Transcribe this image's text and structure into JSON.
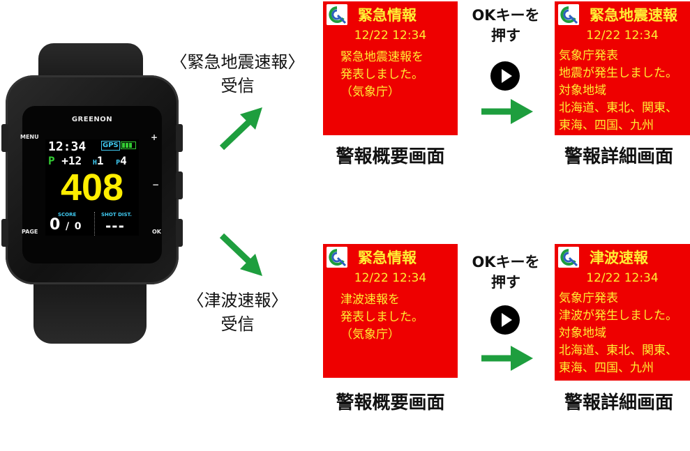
{
  "watch": {
    "brand": "GREENON",
    "buttons": {
      "menu": "MENU",
      "plus": "+",
      "minus": "−",
      "page": "PAGE",
      "ok": "OK"
    },
    "screen": {
      "time": "12:34",
      "gps": "GPS",
      "flag": "P",
      "hole_delta": "+12",
      "hole_label": "H",
      "hole": "1",
      "par_label": "P",
      "par": "4",
      "distance": "408",
      "score_label": "SCORE",
      "shot_label": "SHOT DIST.",
      "score": "0",
      "score_sep": "/",
      "score2": "0",
      "shot_value": "---"
    }
  },
  "rows": [
    {
      "event_title": "〈緊急地震速報〉",
      "event_sub": "受信",
      "summary": {
        "title": "緊急情報",
        "time": "12/22 12:34",
        "body": "緊急地震速報を\n発表しました。\n（気象庁）",
        "caption": "警報概要画面"
      },
      "ok_label_1": "OKキーを",
      "ok_label_2": "押す",
      "detail": {
        "title": "緊急地震速報",
        "time": "12/22 12:34",
        "body": "気象庁発表\n地震が発生しました。\n対象地域\n北海道、東北、関東、\n東海、四国、九州",
        "caption": "警報詳細画面"
      }
    },
    {
      "event_title": "〈津波速報〉",
      "event_sub": "受信",
      "summary": {
        "title": "緊急情報",
        "time": "12/22 12:34",
        "body": "津波速報を\n発表しました。\n（気象庁）",
        "caption": "警報概要画面"
      },
      "ok_label_1": "OKキーを",
      "ok_label_2": "押す",
      "detail": {
        "title": "津波速報",
        "time": "12/22 12:34",
        "body": "気象庁発表\n津波が発生しました。\n対象地域\n北海道、東北、関東、\n東海、四国、九州",
        "caption": "警報詳細画面"
      }
    }
  ],
  "colors": {
    "panel_red": "#ee0000",
    "panel_text": "#ffee33",
    "arrow_green": "#1e9e3e"
  },
  "icons": [
    "quake-alert-logo-icon",
    "play-icon",
    "arrow-right-icon",
    "arrow-up-right-icon",
    "arrow-down-right-icon"
  ]
}
